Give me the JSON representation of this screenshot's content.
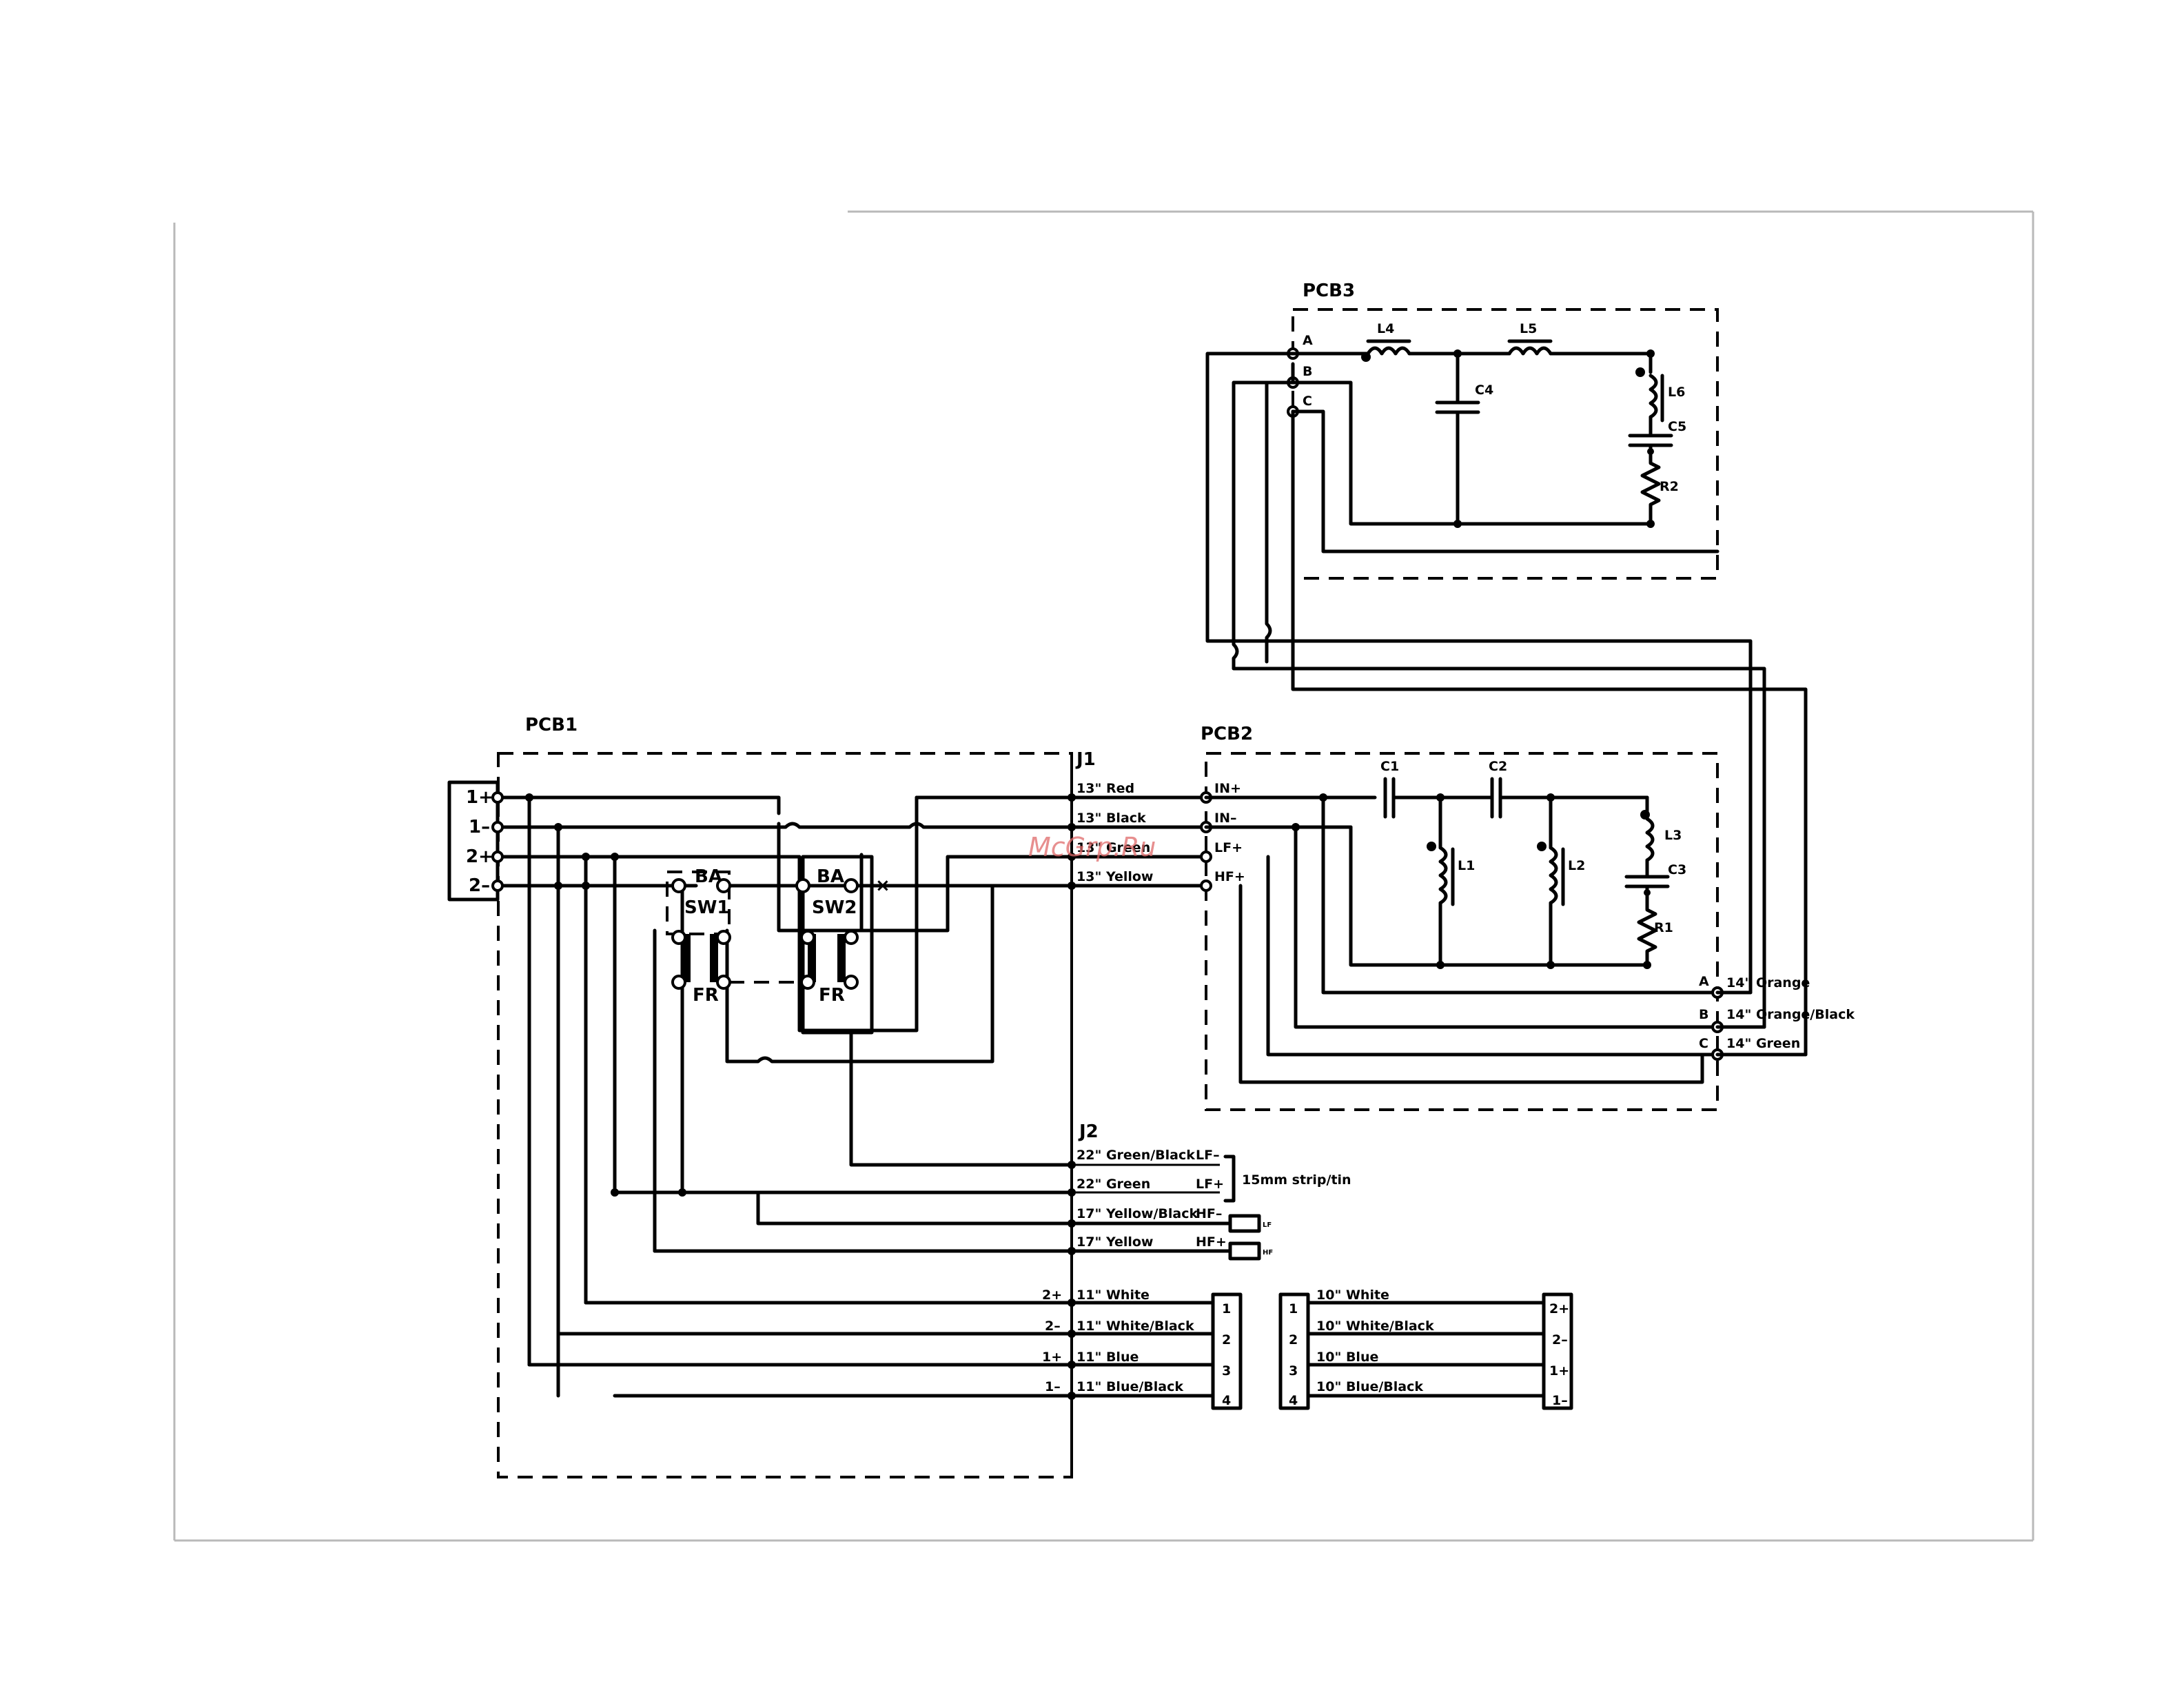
{
  "watermark": "McGrp.Ru",
  "boards": {
    "pcb1": "PCB1",
    "pcb2": "PCB2",
    "pcb3": "PCB3"
  },
  "connectors": {
    "j1": "J1",
    "j2": "J2"
  },
  "input_terminals": [
    "1+",
    "1–",
    "2+",
    "2–"
  ],
  "switches": {
    "sw1": "SW1",
    "sw2": "SW2",
    "ba": "BA",
    "fr": "FR",
    "open_mark": "×"
  },
  "j1_wires": [
    {
      "wire": "13\" Red",
      "pin": "IN+"
    },
    {
      "wire": "13\" Black",
      "pin": "IN–"
    },
    {
      "wire": "13\" Green",
      "pin": "LF+"
    },
    {
      "wire": "13\" Yellow",
      "pin": "HF+"
    }
  ],
  "j2_wires": [
    {
      "wire": "22\" Green/Black",
      "pin": "LF–"
    },
    {
      "wire": "22\" Green",
      "pin": "LF+"
    },
    {
      "wire": "17\" Yellow/Black",
      "pin": "HF–"
    },
    {
      "wire": "17\" Yellow",
      "pin": "HF+"
    }
  ],
  "strip_note": "15mm strip/tin",
  "pcb2_components": [
    "C1",
    "C2",
    "L1",
    "L2",
    "L3",
    "C3",
    "R1"
  ],
  "pcb3_components": [
    "L4",
    "L5",
    "C4",
    "L6",
    "C5",
    "R2"
  ],
  "abc_pins": [
    "A",
    "B",
    "C"
  ],
  "abc_wires": [
    "14\" Orange",
    "14\" Orange/Black",
    "14\" Green"
  ],
  "output_wires": [
    {
      "polarity": "2+",
      "wire": "11\" White",
      "pin": "1"
    },
    {
      "polarity": "2–",
      "wire": "11\" White/Black",
      "pin": "2"
    },
    {
      "polarity": "1+",
      "wire": "11\" Blue",
      "pin": "3"
    },
    {
      "polarity": "1–",
      "wire": "11\" Blue/Black",
      "pin": "4"
    }
  ],
  "jumper_wires": [
    {
      "pin": "1",
      "wire": "10\" White",
      "polarity": "2+"
    },
    {
      "pin": "2",
      "wire": "10\" White/Black",
      "polarity": "2–"
    },
    {
      "pin": "3",
      "wire": "10\" Blue",
      "polarity": "1+"
    },
    {
      "pin": "4",
      "wire": "10\" Blue/Black",
      "polarity": "1–"
    }
  ],
  "speaker_marks": [
    "LF",
    "HF"
  ]
}
